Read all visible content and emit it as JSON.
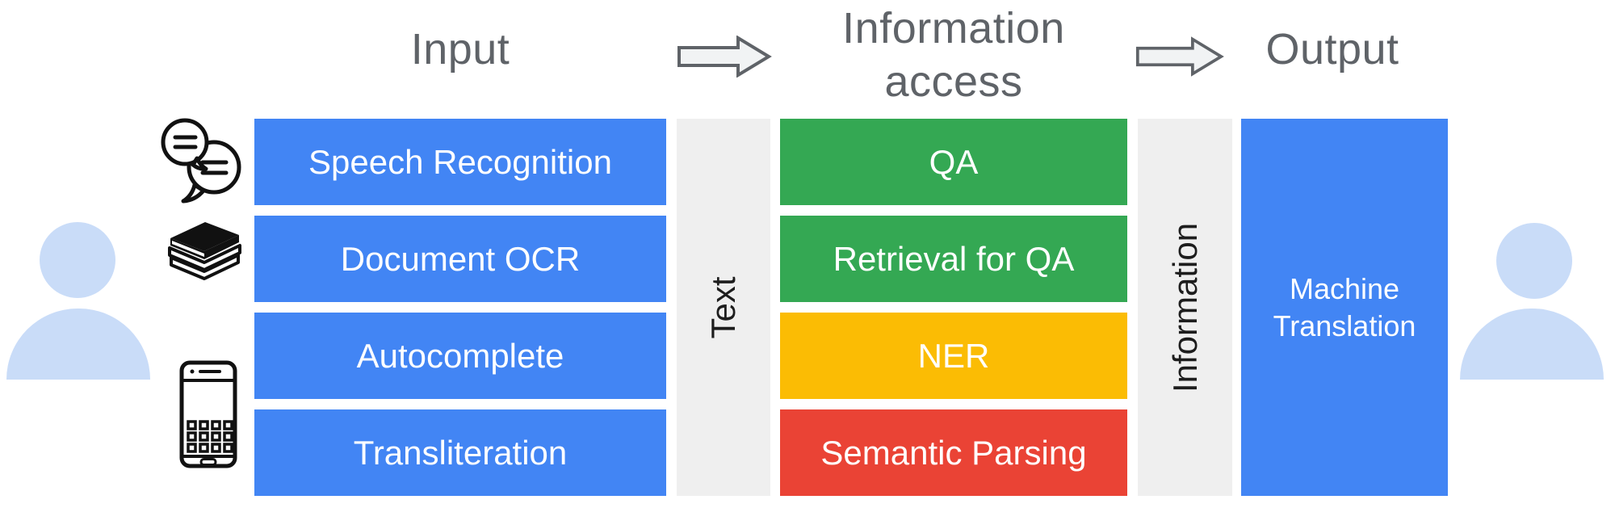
{
  "headers": {
    "input": "Input",
    "information_access_line1": "Information",
    "information_access_line2": "access",
    "output": "Output"
  },
  "input_tasks": [
    "Speech Recognition",
    "Document OCR",
    "Autocomplete",
    "Transliteration"
  ],
  "access_tasks": [
    {
      "label": "QA",
      "color": "#34a853"
    },
    {
      "label": "Retrieval for QA",
      "color": "#34a853"
    },
    {
      "label": "NER",
      "color": "#fbbc04"
    },
    {
      "label": "Semantic Parsing",
      "color": "#ea4335"
    }
  ],
  "connectors": {
    "text_label": "Text",
    "information_label": "Information"
  },
  "output_task": {
    "line1": "Machine",
    "line2": "Translation",
    "color": "#4285f4"
  },
  "icons": {
    "left_person": "person-silhouette",
    "speech": "speech-bubbles",
    "books": "book-stack",
    "phone": "smartphone-keypad",
    "right_person": "person-silhouette",
    "arrow": "right-block-arrow"
  },
  "colors": {
    "input_box_blue": "#4285f4",
    "connector_gray": "#efefef",
    "header_text": "#5f6368",
    "arrow_fill": "#f1f3f4",
    "arrow_stroke": "#5f6368",
    "person_blue": "#c9dcf8",
    "box_text": "#ffffff",
    "connector_text": "#1d1d1d"
  }
}
